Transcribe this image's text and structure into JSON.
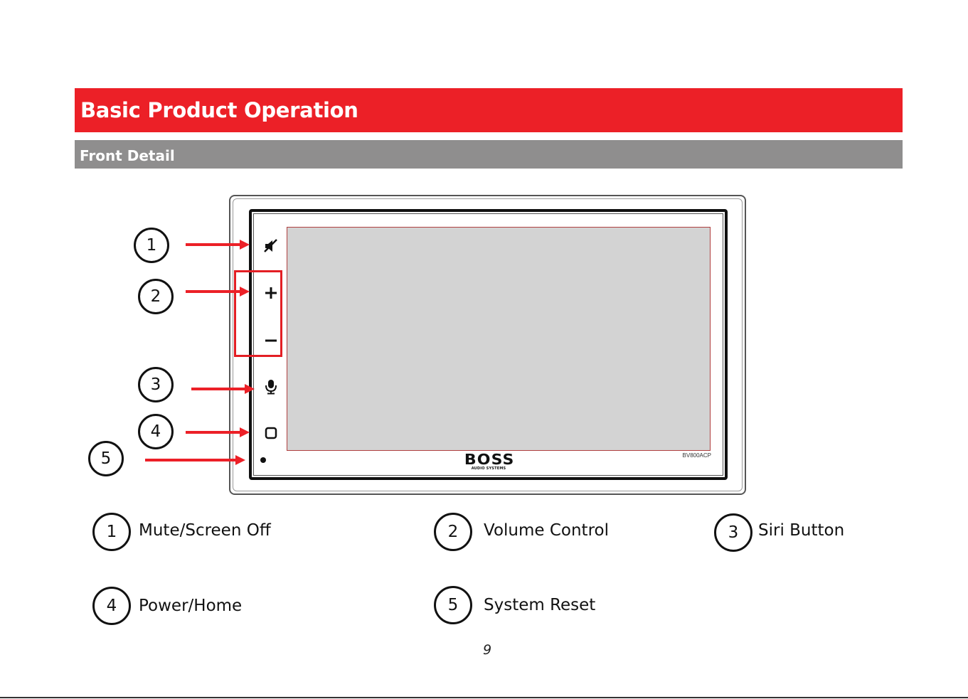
{
  "header": {
    "title": "Basic Product Operation",
    "subtitle": "Front Detail"
  },
  "device": {
    "brand": "BOSS",
    "brand_sub": "AUDIO SYSTEMS",
    "model": "BV800ACP",
    "icons": [
      "mute-icon",
      "plus-icon",
      "minus-icon",
      "microphone-icon",
      "home-square-icon",
      "reset-dot"
    ]
  },
  "callouts": [
    "1",
    "2",
    "3",
    "4",
    "5"
  ],
  "legend": [
    {
      "num": "1",
      "label": "Mute/Screen Off"
    },
    {
      "num": "2",
      "label": "Volume Control"
    },
    {
      "num": "3",
      "label": "Siri Button"
    },
    {
      "num": "4",
      "label": "Power/Home"
    },
    {
      "num": "5",
      "label": "System Reset"
    }
  ],
  "page": {
    "number": "9"
  },
  "colors": {
    "accent_red": "#ec2027",
    "subheader_gray": "#8f8e8e",
    "screen_gray": "#d3d3d3"
  }
}
